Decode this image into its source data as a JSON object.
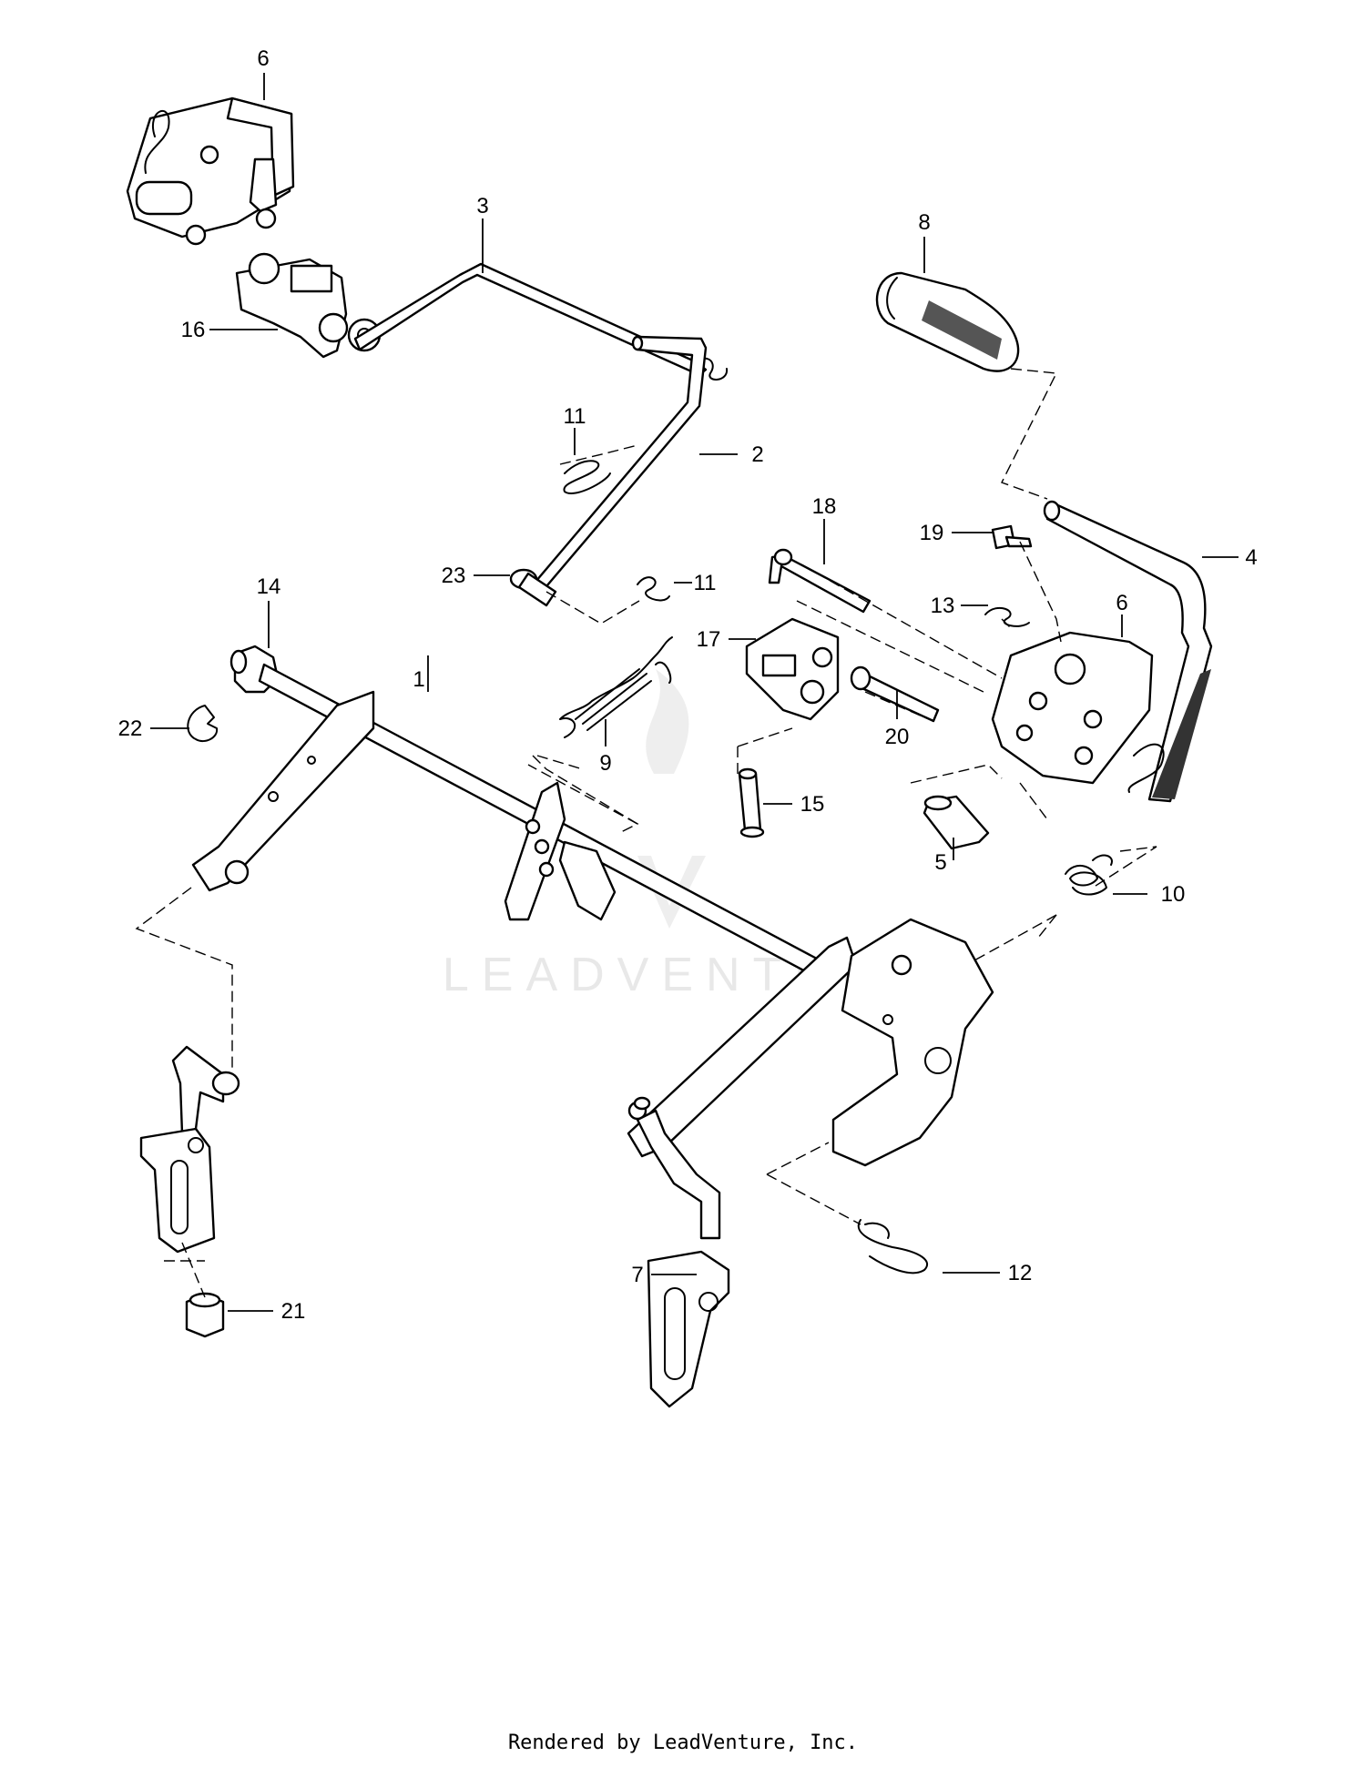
{
  "watermark": {
    "text": "LEADVENTURE"
  },
  "footer": {
    "text": "Rendered by LeadVenture, Inc."
  },
  "callouts": {
    "c1": "1",
    "c2": "2",
    "c3": "3",
    "c4": "4",
    "c5": "5",
    "c6a": "6",
    "c6b": "6",
    "c7": "7",
    "c8": "8",
    "c9": "9",
    "c10": "10",
    "c11a": "11",
    "c11b": "11",
    "c12": "12",
    "c13": "13",
    "c14": "14",
    "c15": "15",
    "c16": "16",
    "c17": "17",
    "c18": "18",
    "c19": "19",
    "c20": "20",
    "c21": "21",
    "c22": "22",
    "c23": "23"
  }
}
